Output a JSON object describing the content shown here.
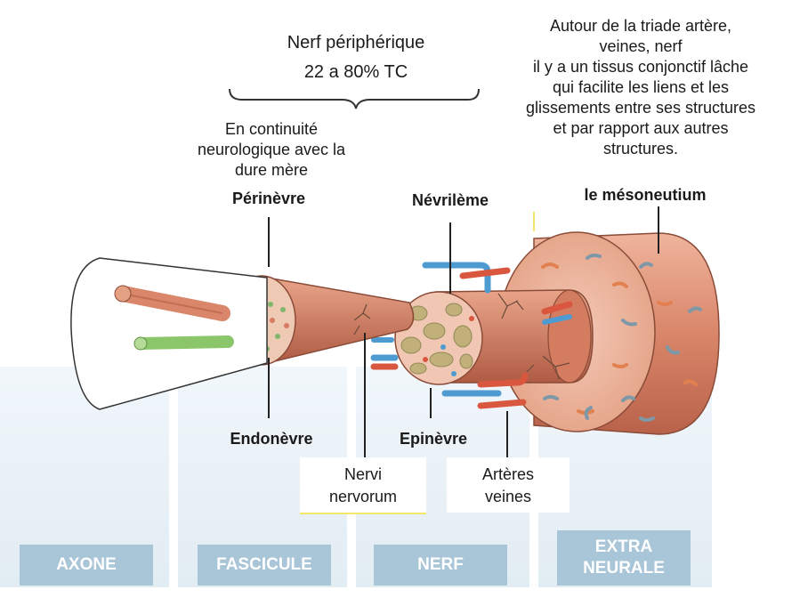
{
  "header": {
    "title": "Nerf périphérique",
    "subtitle": "22 a 80% TC"
  },
  "note_right": [
    "Autour  de la triade artère,",
    "veines, nerf",
    "il y a un tissus conjonctif lâche",
    "qui facilite les liens et  les",
    "glissements entre ses structures",
    "et par rapport aux autres",
    "structures."
  ],
  "continuity_note": [
    "En continuité",
    "neurologique avec la",
    "dure mère"
  ],
  "labels": {
    "perinevre": "Périnèvre",
    "nevrileme": "Névrilème",
    "mesoneutium": "le mésoneutium",
    "endonevre": "Endonèvre",
    "epinevre": "Epinèvre",
    "nervi": [
      "Nervi",
      "nervorum"
    ],
    "arteres": [
      "Artères",
      "veines"
    ]
  },
  "tabs": [
    "AXONE",
    "FASCICULE",
    "NERF",
    "EXTRA\nNEURALE"
  ],
  "colors": {
    "tab_bg": "#a9c5d8",
    "nerve_flesh": "#d9866a",
    "artery": "#d9573f",
    "vein": "#4d9bd1",
    "axon_green": "#8cc66b"
  }
}
